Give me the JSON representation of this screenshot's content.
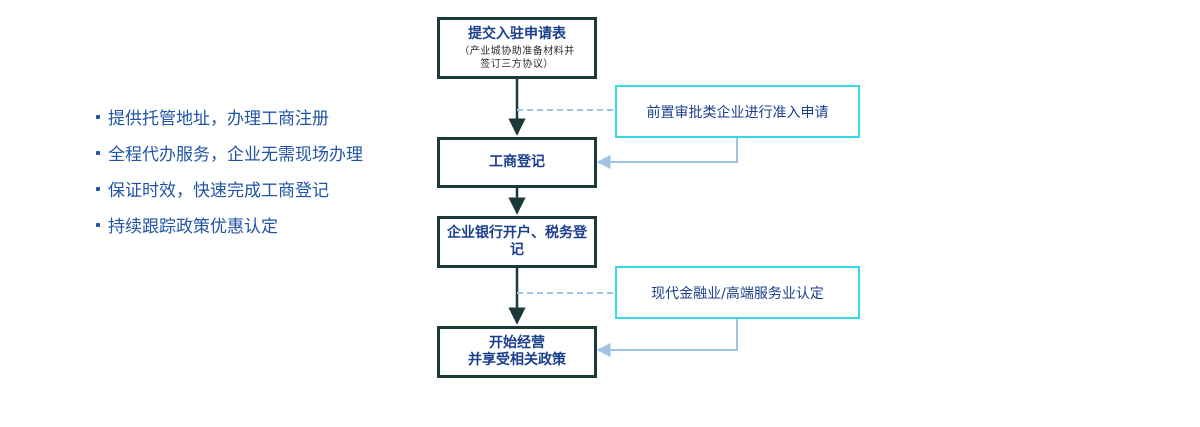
{
  "bullets": [
    "提供托管地址，办理工商注册",
    "全程代办服务，企业无需现场办理",
    "保证时效，快速完成工商登记",
    "持续跟踪政策优惠认定"
  ],
  "steps": {
    "submit": {
      "title": "提交入驻申请表",
      "note_line1": "（产业城协助准备材料并",
      "note_line2": "签订三方协议）"
    },
    "registration": {
      "title": "工商登记"
    },
    "bank_tax": {
      "title_line1": "企业银行开户、税务登",
      "title_line2": "记"
    },
    "start": {
      "title_line1": "开始经营",
      "title_line2": "并享受相关政策"
    }
  },
  "side_boxes": {
    "pre_approval": "前置审批类企业进行准入申请",
    "finance_cert": "现代金融业/高端服务业认定"
  },
  "colors": {
    "bullet_text": "#2155a5",
    "step_border": "#1a3a3a",
    "step_text": "#1a3f8c",
    "side_border": "#38d9e6",
    "connector": "#9fc3e6"
  }
}
